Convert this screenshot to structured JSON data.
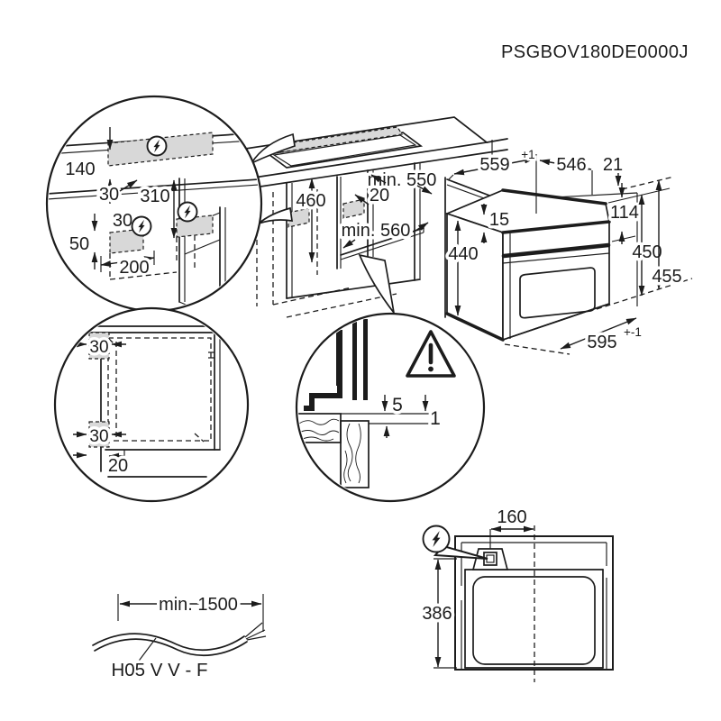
{
  "title_code": "PSGBOV180DE0000J",
  "colors": {
    "line": "#1c1c1c",
    "shade": "#d8d8d8"
  },
  "icons": {
    "electrical": "lightning-bolt-in-circle",
    "warning": "warning-triangle-exclamation"
  },
  "detail_electrical": {
    "d140": "140",
    "d30_top": "30",
    "d310": "310",
    "d30_mid": "30",
    "d50": "50",
    "d200": "200"
  },
  "main_cabinet": {
    "d460": "460",
    "min550": "min. 550",
    "d20": "20",
    "min560": "min. 560"
  },
  "oven": {
    "w559": "559",
    "w559_tol": "+1",
    "d546": "546",
    "d21": "21",
    "d15": "15",
    "d114": "114",
    "d450": "450",
    "d455": "455",
    "d440": "440",
    "w595": "595",
    "w595_tol": "+-1"
  },
  "detail_rear": {
    "d30_top": "30",
    "d30_bottom": "30",
    "d20": "20"
  },
  "detail_gap": {
    "d5": "5",
    "d1": "1"
  },
  "plan_view": {
    "d160": "160",
    "d386": "386"
  },
  "cable": {
    "min_length": "min. 1500",
    "type_label": "H05 V V - F"
  }
}
